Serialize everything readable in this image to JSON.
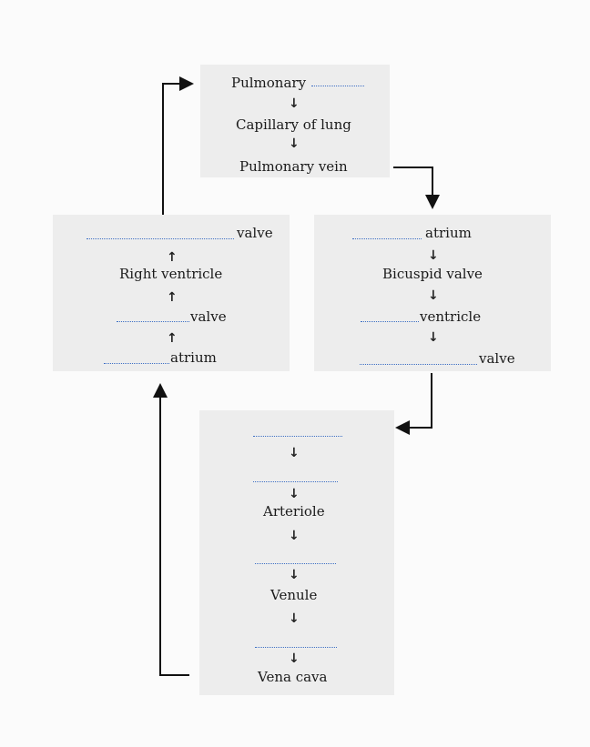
{
  "top_box": {
    "line1_text": "Pulmonary",
    "line2": "Capillary of lung",
    "line3": "Pulmonary vein"
  },
  "left_box": {
    "line1_suffix": "valve",
    "line2": "Right ventricle",
    "line3_suffix": "valve",
    "line4_suffix": "atrium"
  },
  "right_box": {
    "line1_suffix": "atrium",
    "line2": "Bicuspid valve",
    "line3_suffix": "ventricle",
    "line4_suffix": "valve"
  },
  "bottom_box": {
    "line3": "Arteriole",
    "line5": "Venule",
    "line7": "Vena cava"
  },
  "arrows": {
    "down": "↓",
    "up": "↑"
  },
  "colors": {
    "box_fill": "#ededed",
    "blank_line": "#3d6fc4",
    "connector": "#111111"
  }
}
